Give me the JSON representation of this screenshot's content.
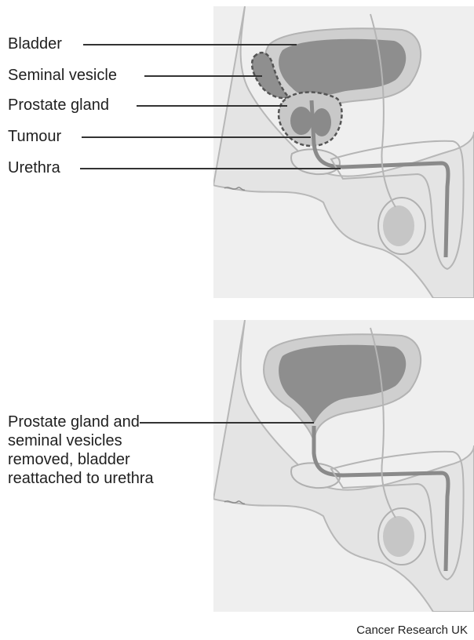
{
  "top_panel": {
    "labels": {
      "bladder": "Bladder",
      "seminal_vesicle": "Seminal vesicle",
      "prostate": "Prostate gland",
      "tumour": "Tumour",
      "urethra": "Urethra"
    }
  },
  "bottom_panel": {
    "label": "Prostate gland and seminal vesicles removed, bladder reattached to urethra"
  },
  "credit": "Cancer Research UK",
  "colors": {
    "panel_bg": "#efefef",
    "tissue_light": "#e2e2e2",
    "tissue_mid": "#c9c9c9",
    "organ_dark": "#8f8f8f",
    "outline": "#b4b4b4",
    "leader_line": "#333333"
  }
}
